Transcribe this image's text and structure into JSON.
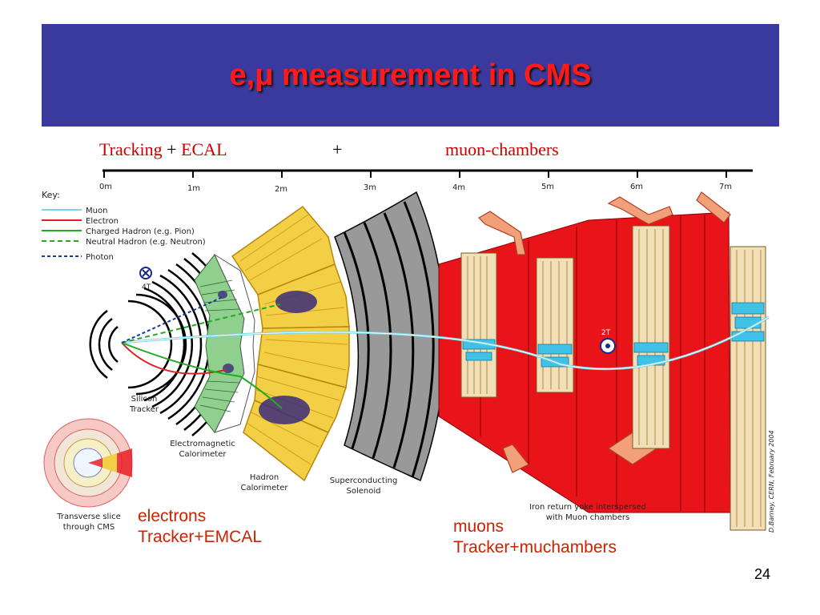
{
  "slide": {
    "title": "e,μ measurement in CMS",
    "page_number": "24"
  },
  "caption": {
    "tracking": "Tracking",
    "plus1": "+",
    "ecal": "ECAL",
    "plus2": "+",
    "muon_chambers": "muon-chambers"
  },
  "scale": {
    "ticks": [
      "0m",
      "1m",
      "2m",
      "3m",
      "4m",
      "5m",
      "6m",
      "7m"
    ]
  },
  "key": {
    "title": "Key:",
    "items": [
      {
        "label": "Muon",
        "color": "#7fd3e8",
        "dash": false
      },
      {
        "label": "Electron",
        "color": "#e02020",
        "dash": false
      },
      {
        "label": "Charged Hadron (e.g. Pion)",
        "color": "#22aa22",
        "dash": false
      },
      {
        "label": "Neutral Hadron (e.g. Neutron)",
        "color": "#22aa22",
        "dash": true
      },
      {
        "label": "Photon",
        "color": "#1a3a9a",
        "dash": true
      }
    ]
  },
  "field_labels": {
    "inner": "4T",
    "outer": "2T"
  },
  "detector_labels": {
    "silicon_1": "Silicon",
    "silicon_2": "Tracker",
    "ecal_1": "Electromagnetic",
    "ecal_2": "Calorimeter",
    "hcal_1": "Hadron",
    "hcal_2": "Calorimeter",
    "solenoid_1": "Superconducting",
    "solenoid_2": "Solenoid",
    "yoke_1": "Iron return yoke interspersed",
    "yoke_2": "with Muon chambers",
    "slice_1": "Transverse slice",
    "slice_2": "through CMS",
    "credit": "D.Barney, CERN, February 2004"
  },
  "notes": {
    "electrons_1": "electrons",
    "electrons_2": "Tracker+EMCAL",
    "muons_1": "muons",
    "muons_2": "Tracker+muchambers"
  },
  "colors": {
    "title_bg": "#3a3a9e",
    "title_text": "#ff1a1a",
    "note_text": "#cc2200",
    "yoke_red": "#e8141a",
    "hcal_yellow": "#f2cf45",
    "ecal_green": "#8fd08f",
    "solenoid_gray": "#999999",
    "chamber_cyan": "#3fc2e6"
  }
}
